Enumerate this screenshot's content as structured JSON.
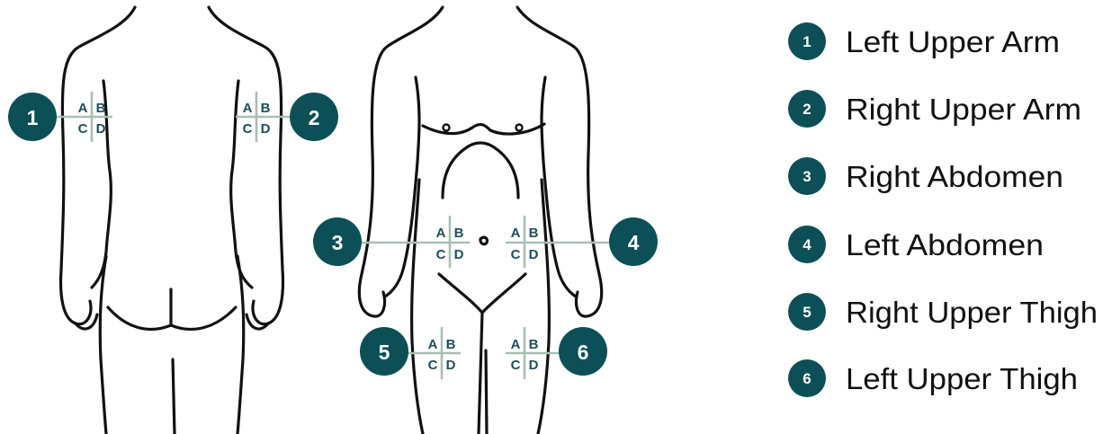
{
  "quadrant_labels": {
    "a": "A",
    "b": "B",
    "c": "C",
    "d": "D"
  },
  "sites": [
    {
      "number": "1",
      "label": "Left Upper Arm"
    },
    {
      "number": "2",
      "label": "Right Upper Arm"
    },
    {
      "number": "3",
      "label": "Right Abdomen"
    },
    {
      "number": "4",
      "label": "Left Abdomen"
    },
    {
      "number": "5",
      "label": "Right Upper Thigh"
    },
    {
      "number": "6",
      "label": "Left Upper Thigh"
    }
  ],
  "colors": {
    "badge": "#0d4f56",
    "grid_line": "#a9bfb2",
    "quadrant_text": "#1f4e5a",
    "outline": "#111111"
  }
}
